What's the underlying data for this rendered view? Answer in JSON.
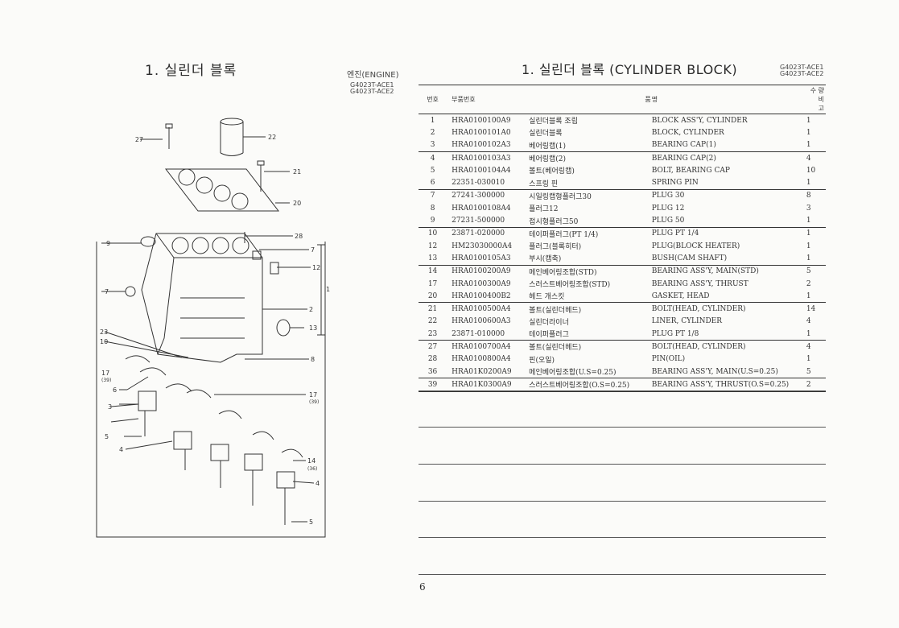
{
  "left_header": {
    "title": "1. 실린더 블록",
    "engine_label": "엔진(ENGINE)",
    "models": [
      "G4023T-ACE1",
      "G4023T-ACE2"
    ]
  },
  "right_header": {
    "title": "1. 실린더 블록 (CYLINDER BLOCK)",
    "models": [
      "G4023T-ACE1",
      "G4023T-ACE2"
    ]
  },
  "table": {
    "headers": {
      "no": "번호",
      "part_no": "부품번호",
      "name_1": "품",
      "name_2": "명",
      "qty": "수 량",
      "remarks": "비 고"
    },
    "rows": [
      {
        "no": "1",
        "part": "HRA0100100A9",
        "ko": "실린더블록 조립",
        "en": "BLOCK ASS'Y, CYLINDER",
        "qty": "1"
      },
      {
        "no": "2",
        "part": "HRA0100101A0",
        "ko": "실린더블록",
        "en": "BLOCK, CYLINDER",
        "qty": "1"
      },
      {
        "no": "3",
        "part": "HRA0100102A3",
        "ko": "베어링캡(1)",
        "en": "BEARING CAP(1)",
        "qty": "1"
      },
      {
        "no": "4",
        "part": "HRA0100103A3",
        "ko": "베어링캡(2)",
        "en": "BEARING CAP(2)",
        "qty": "4"
      },
      {
        "no": "5",
        "part": "HRA0100104A4",
        "ko": "볼트(베어링캡)",
        "en": "BOLT, BEARING CAP",
        "qty": "10"
      },
      {
        "no": "6",
        "part": "22351-030010",
        "ko": "스프링 핀",
        "en": "SPRING PIN",
        "qty": "1"
      },
      {
        "no": "7",
        "part": "27241-300000",
        "ko": "시일링캡형플러그30",
        "en": "PLUG 30",
        "qty": "8"
      },
      {
        "no": "8",
        "part": "HRA0100108A4",
        "ko": "플러그12",
        "en": "PLUG 12",
        "qty": "3"
      },
      {
        "no": "9",
        "part": "27231-500000",
        "ko": "접시형플러그50",
        "en": "PLUG 50",
        "qty": "1"
      },
      {
        "no": "10",
        "part": "23871-020000",
        "ko": "테이퍼플러그(PT 1/4)",
        "en": "PLUG PT 1/4",
        "qty": "1"
      },
      {
        "no": "12",
        "part": "HM23030000A4",
        "ko": "플러그(블록히터)",
        "en": "PLUG(BLOCK HEATER)",
        "qty": "1"
      },
      {
        "no": "13",
        "part": "HRA0100105A3",
        "ko": "부시(캠축)",
        "en": "BUSH(CAM SHAFT)",
        "qty": "1"
      },
      {
        "no": "14",
        "part": "HRA0100200A9",
        "ko": "메인베어링조합(STD)",
        "en": "BEARING ASS'Y, MAIN(STD)",
        "qty": "5"
      },
      {
        "no": "17",
        "part": "HRA0100300A9",
        "ko": "스러스트베어링조합(STD)",
        "en": "BEARING ASS'Y, THRUST",
        "qty": "2"
      },
      {
        "no": "20",
        "part": "HRA0100400B2",
        "ko": "헤드 개스킷",
        "en": "GASKET, HEAD",
        "qty": "1"
      },
      {
        "no": "21",
        "part": "HRA0100500A4",
        "ko": "볼트(실린더헤드)",
        "en": "BOLT(HEAD, CYLINDER)",
        "qty": "14"
      },
      {
        "no": "22",
        "part": "HRA0100600A3",
        "ko": "실린더라이너",
        "en": "LINER, CYLINDER",
        "qty": "4"
      },
      {
        "no": "23",
        "part": "23871-010000",
        "ko": "테이퍼플러그",
        "en": "PLUG PT 1/8",
        "qty": "1"
      },
      {
        "no": "27",
        "part": "HRA0100700A4",
        "ko": "볼트(실린더헤드)",
        "en": "BOLT(HEAD, CYLINDER)",
        "qty": "4"
      },
      {
        "no": "28",
        "part": "HRA0100800A4",
        "ko": "핀(오일)",
        "en": "PIN(OIL)",
        "qty": "1"
      },
      {
        "no": "36",
        "part": "HRA01K0200A9",
        "ko": "메인베어링조합(U.S=0.25)",
        "en": "BEARING ASS'Y, MAIN(U.S=0.25)",
        "qty": "5"
      },
      {
        "no": "39",
        "part": "HRA01K0300A9",
        "ko": "스러스트베어링조합(O.S=0.25)",
        "en": "BEARING ASS'Y, THRUST(O.S=0.25)",
        "qty": "2"
      }
    ]
  },
  "diagram": {
    "callouts": {
      "c27": "27",
      "c22": "22",
      "c21": "21",
      "c20": "20",
      "c28": "28",
      "c9": "9",
      "c7a": "7",
      "c12": "12",
      "c1": "1",
      "c7b": "7",
      "c2": "2",
      "c13": "13",
      "c23": "23",
      "c10": "10",
      "c8": "8",
      "c17a": "17",
      "c39a": "(39)",
      "c6": "6",
      "c3": "3",
      "c17b": "17",
      "c39b": "(39)",
      "c5a": "5",
      "c4a": "4",
      "c14": "14",
      "c36": "(36)",
      "c4b": "4",
      "c5b": "5"
    }
  },
  "page_number": "6"
}
